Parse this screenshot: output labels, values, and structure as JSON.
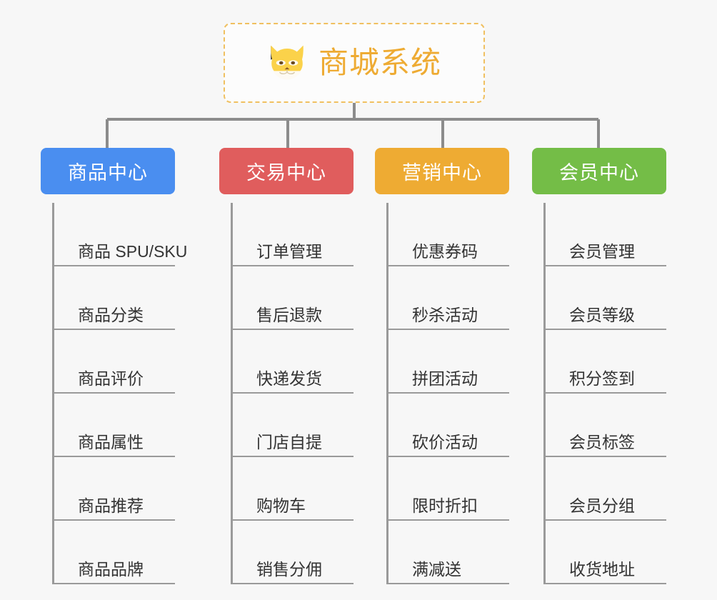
{
  "page": {
    "background_color": "#f7f7f7",
    "connector_color": "#8c8c8c",
    "divider_color": "#9a9a9a"
  },
  "root": {
    "title": "商城系统",
    "icon": "shiba-dog-icon",
    "text_color": "#eeab33",
    "border_color": "#f0c060",
    "background_color": "#fcfcfc"
  },
  "columns": [
    {
      "id": "product-center",
      "title": "商品中心",
      "color": "#4a8ef0",
      "items": [
        {
          "label": "商品 SPU/SKU"
        },
        {
          "label": "商品分类"
        },
        {
          "label": "商品评价"
        },
        {
          "label": "商品属性"
        },
        {
          "label": "商品推荐"
        },
        {
          "label": "商品品牌"
        }
      ]
    },
    {
      "id": "trade-center",
      "title": "交易中心",
      "color": "#e05d5d",
      "items": [
        {
          "label": "订单管理"
        },
        {
          "label": "售后退款"
        },
        {
          "label": "快递发货"
        },
        {
          "label": "门店自提"
        },
        {
          "label": "购物车"
        },
        {
          "label": "销售分佣"
        }
      ]
    },
    {
      "id": "marketing-center",
      "title": "营销中心",
      "color": "#eeab33",
      "items": [
        {
          "label": "优惠券码"
        },
        {
          "label": "秒杀活动"
        },
        {
          "label": "拼团活动"
        },
        {
          "label": "砍价活动"
        },
        {
          "label": "限时折扣"
        },
        {
          "label": "满减送"
        }
      ]
    },
    {
      "id": "member-center",
      "title": "会员中心",
      "color": "#74bd47",
      "items": [
        {
          "label": "会员管理"
        },
        {
          "label": "会员等级"
        },
        {
          "label": "积分签到"
        },
        {
          "label": "会员标签"
        },
        {
          "label": "会员分组"
        },
        {
          "label": "收货地址"
        }
      ]
    }
  ]
}
